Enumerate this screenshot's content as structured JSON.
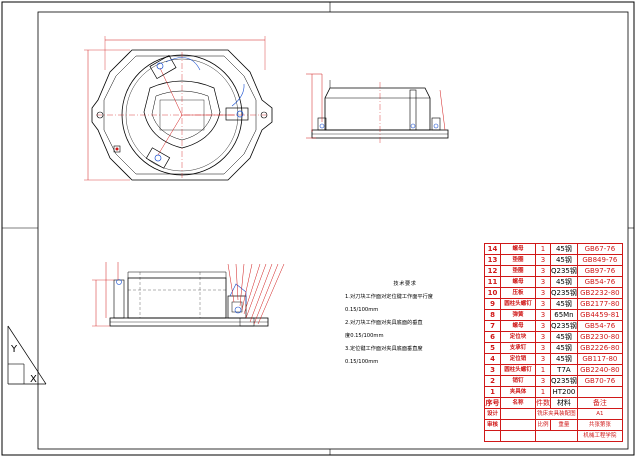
{
  "notes": {
    "title": "技术要求",
    "lines": [
      "1.对刀块工作面对定位键工作面平行度",
      "0.15/100mm",
      "2.对刀块工作面对夹具底面的垂直",
      "度0.15/100mm",
      "3.定位键工作面对夹具底面垂直度",
      "0.15/100mm"
    ]
  },
  "bom": {
    "rows": [
      {
        "no": "14",
        "name": "螺母",
        "qty": "1",
        "mat": "45钢",
        "std": "GB67-76"
      },
      {
        "no": "13",
        "name": "垫圈",
        "qty": "3",
        "mat": "45钢",
        "std": "GB849-76"
      },
      {
        "no": "12",
        "name": "垫圈",
        "qty": "3",
        "mat": "Q235钢",
        "std": "GB97-76"
      },
      {
        "no": "11",
        "name": "螺母",
        "qty": "3",
        "mat": "45钢",
        "std": "GB54-76"
      },
      {
        "no": "10",
        "name": "压板",
        "qty": "3",
        "mat": "Q235钢",
        "std": "GB2232-80"
      },
      {
        "no": "9",
        "name": "圆柱头螺钉",
        "qty": "3",
        "mat": "45钢",
        "std": "GB2177-80"
      },
      {
        "no": "8",
        "name": "弹簧",
        "qty": "3",
        "mat": "65Mn",
        "std": "GB4459-81"
      },
      {
        "no": "7",
        "name": "螺母",
        "qty": "3",
        "mat": "Q235钢",
        "std": "GB54-76"
      },
      {
        "no": "6",
        "name": "定位块",
        "qty": "3",
        "mat": "45钢",
        "std": "GB2230-80"
      },
      {
        "no": "5",
        "name": "支承钉",
        "qty": "3",
        "mat": "45钢",
        "std": "GB2226-80"
      },
      {
        "no": "4",
        "name": "定位销",
        "qty": "3",
        "mat": "45钢",
        "std": "GB117-80"
      },
      {
        "no": "3",
        "name": "圆柱头螺钉",
        "qty": "1",
        "mat": "T7A",
        "std": "GB2240-80"
      },
      {
        "no": "2",
        "name": "销钉",
        "qty": "3",
        "mat": "Q235钢",
        "std": "GB70-76"
      },
      {
        "no": "1",
        "name": "夹具体",
        "qty": "1",
        "mat": "HT200",
        "std": ""
      }
    ],
    "header": {
      "no": "序号",
      "name": "名称",
      "qty": "件数",
      "mat": "材料",
      "std": "备注"
    },
    "title_block": {
      "design": "设计",
      "check": "审核",
      "drawing_name": "铣床夹具装配图",
      "size": "A1",
      "scale": "比例",
      "weight": "重量",
      "sheet": "共张第张",
      "school": "机械工程学院"
    }
  }
}
